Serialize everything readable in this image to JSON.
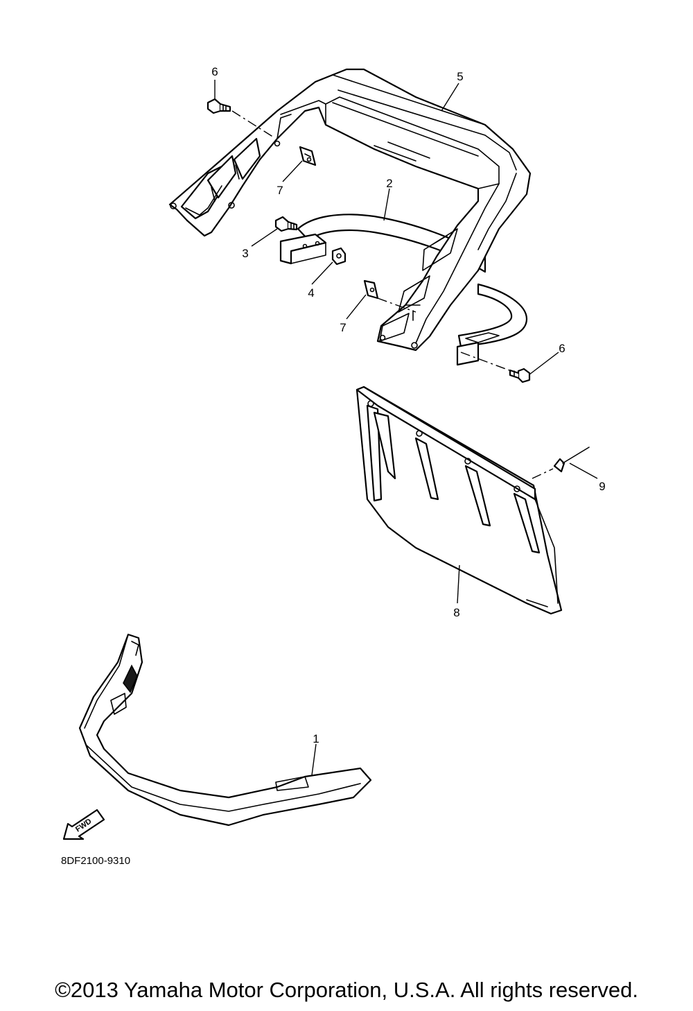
{
  "callouts": {
    "c6_top": "6",
    "c5": "5",
    "c7_top": "7",
    "c2": "2",
    "c3": "3",
    "c4": "4",
    "c7_mid": "7",
    "c6_right": "6",
    "c9": "9",
    "c8": "8",
    "c1": "1"
  },
  "fwd_label": "FWD",
  "diagram_code": "8DF2100-9310",
  "copyright": "©2013 Yamaha Motor Corporation, U.S.A. All rights reserved."
}
